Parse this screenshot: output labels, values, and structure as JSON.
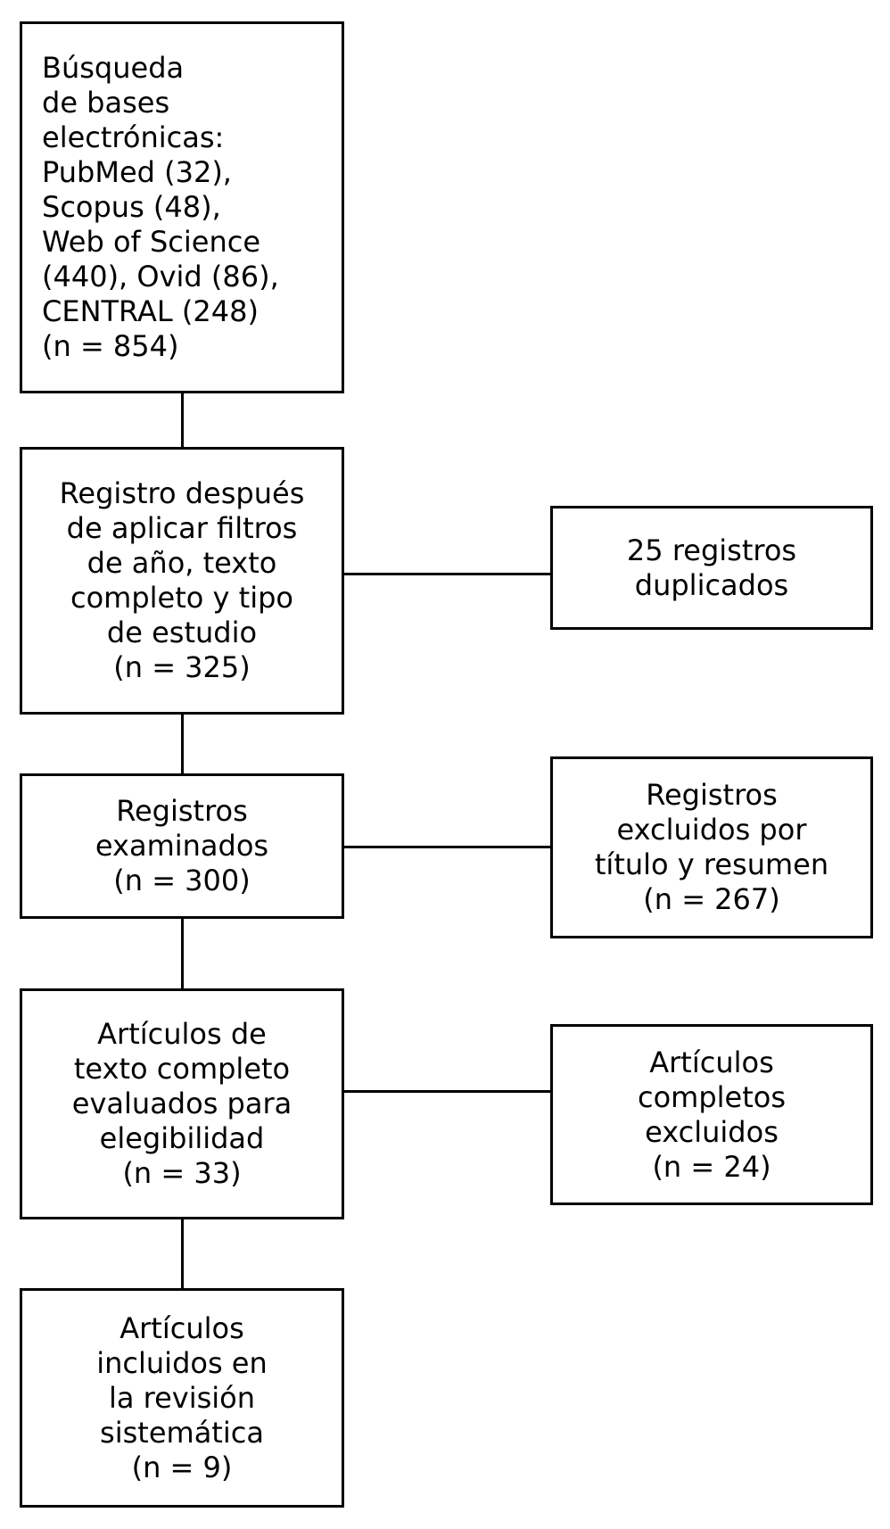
{
  "colors": {
    "background": "#ffffff",
    "line": "#000000",
    "text": "#000000"
  },
  "flowchart": {
    "main_column": [
      {
        "id": "database-search",
        "text": "Búsqueda\nde bases\nelectrónicas:\nPubMed (32),\nScopus (48),\nWeb of Science\n(440), Ovid (86),\nCENTRAL (248)\n(n = 854)"
      },
      {
        "id": "filtered-records",
        "text": "Registro después\nde aplicar filtros\nde año, texto\ncompleto y tipo\nde estudio\n(n = 325)"
      },
      {
        "id": "records-screened",
        "text": "Registros\nexaminados\n(n = 300)"
      },
      {
        "id": "fulltext-assessed",
        "text": "Artículos de\ntexto completo\nevaluados para\nelegibilidad\n(n = 33)"
      },
      {
        "id": "included-studies",
        "text": "Artículos\nincluidos en\nla revisión\nsistemática\n(n = 9)"
      }
    ],
    "side_column": [
      {
        "id": "duplicates-removed",
        "text": "25 registros\nduplicados"
      },
      {
        "id": "excluded-title-abstract",
        "text": "Registros\nexcluidos por\ntítulo y resumen\n(n = 267)"
      },
      {
        "id": "fulltext-excluded",
        "text": "Artículos\ncompletos\nexcluidos\n(n = 24)"
      }
    ]
  }
}
